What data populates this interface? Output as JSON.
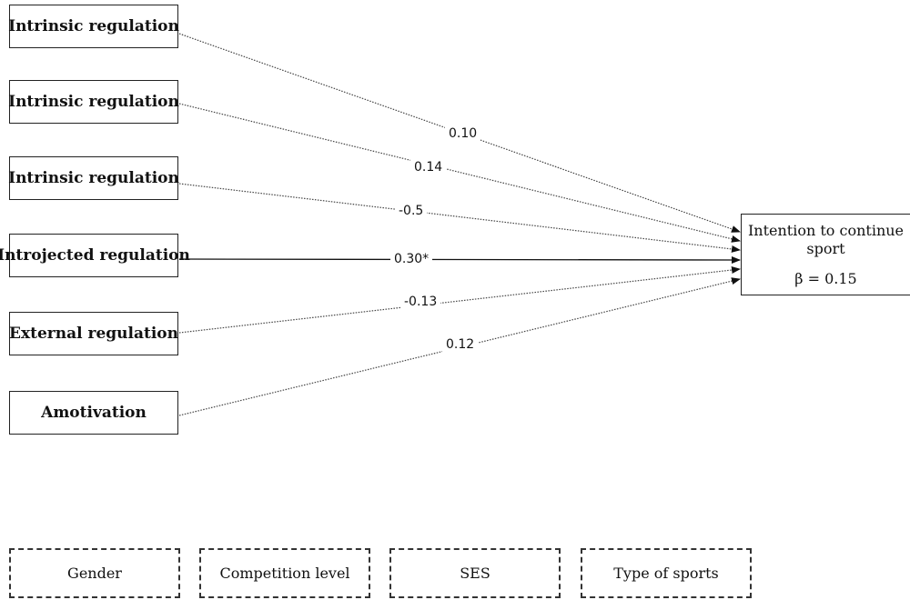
{
  "predictors": [
    {
      "label": "Intrinsic regulation",
      "coefficient": "0.10"
    },
    {
      "label": "Intrinsic regulation",
      "coefficient": "0.14"
    },
    {
      "label": "Intrinsic regulation",
      "coefficient": "-0.5"
    },
    {
      "label": "Introjected regulation",
      "coefficient": "0.30*"
    },
    {
      "label": "External regulation",
      "coefficient": "-0.13"
    },
    {
      "label": "Amotivation",
      "coefficient": "0.12"
    }
  ],
  "outcome": {
    "label": "Intention to continue sport",
    "beta": "β = 0.15"
  },
  "controls": [
    "Gender",
    "Competition level",
    "SES",
    "Type of sports"
  ],
  "paths": {
    "significant_style": "solid",
    "nonsignificant_style": "dotted",
    "color": "#444444"
  }
}
